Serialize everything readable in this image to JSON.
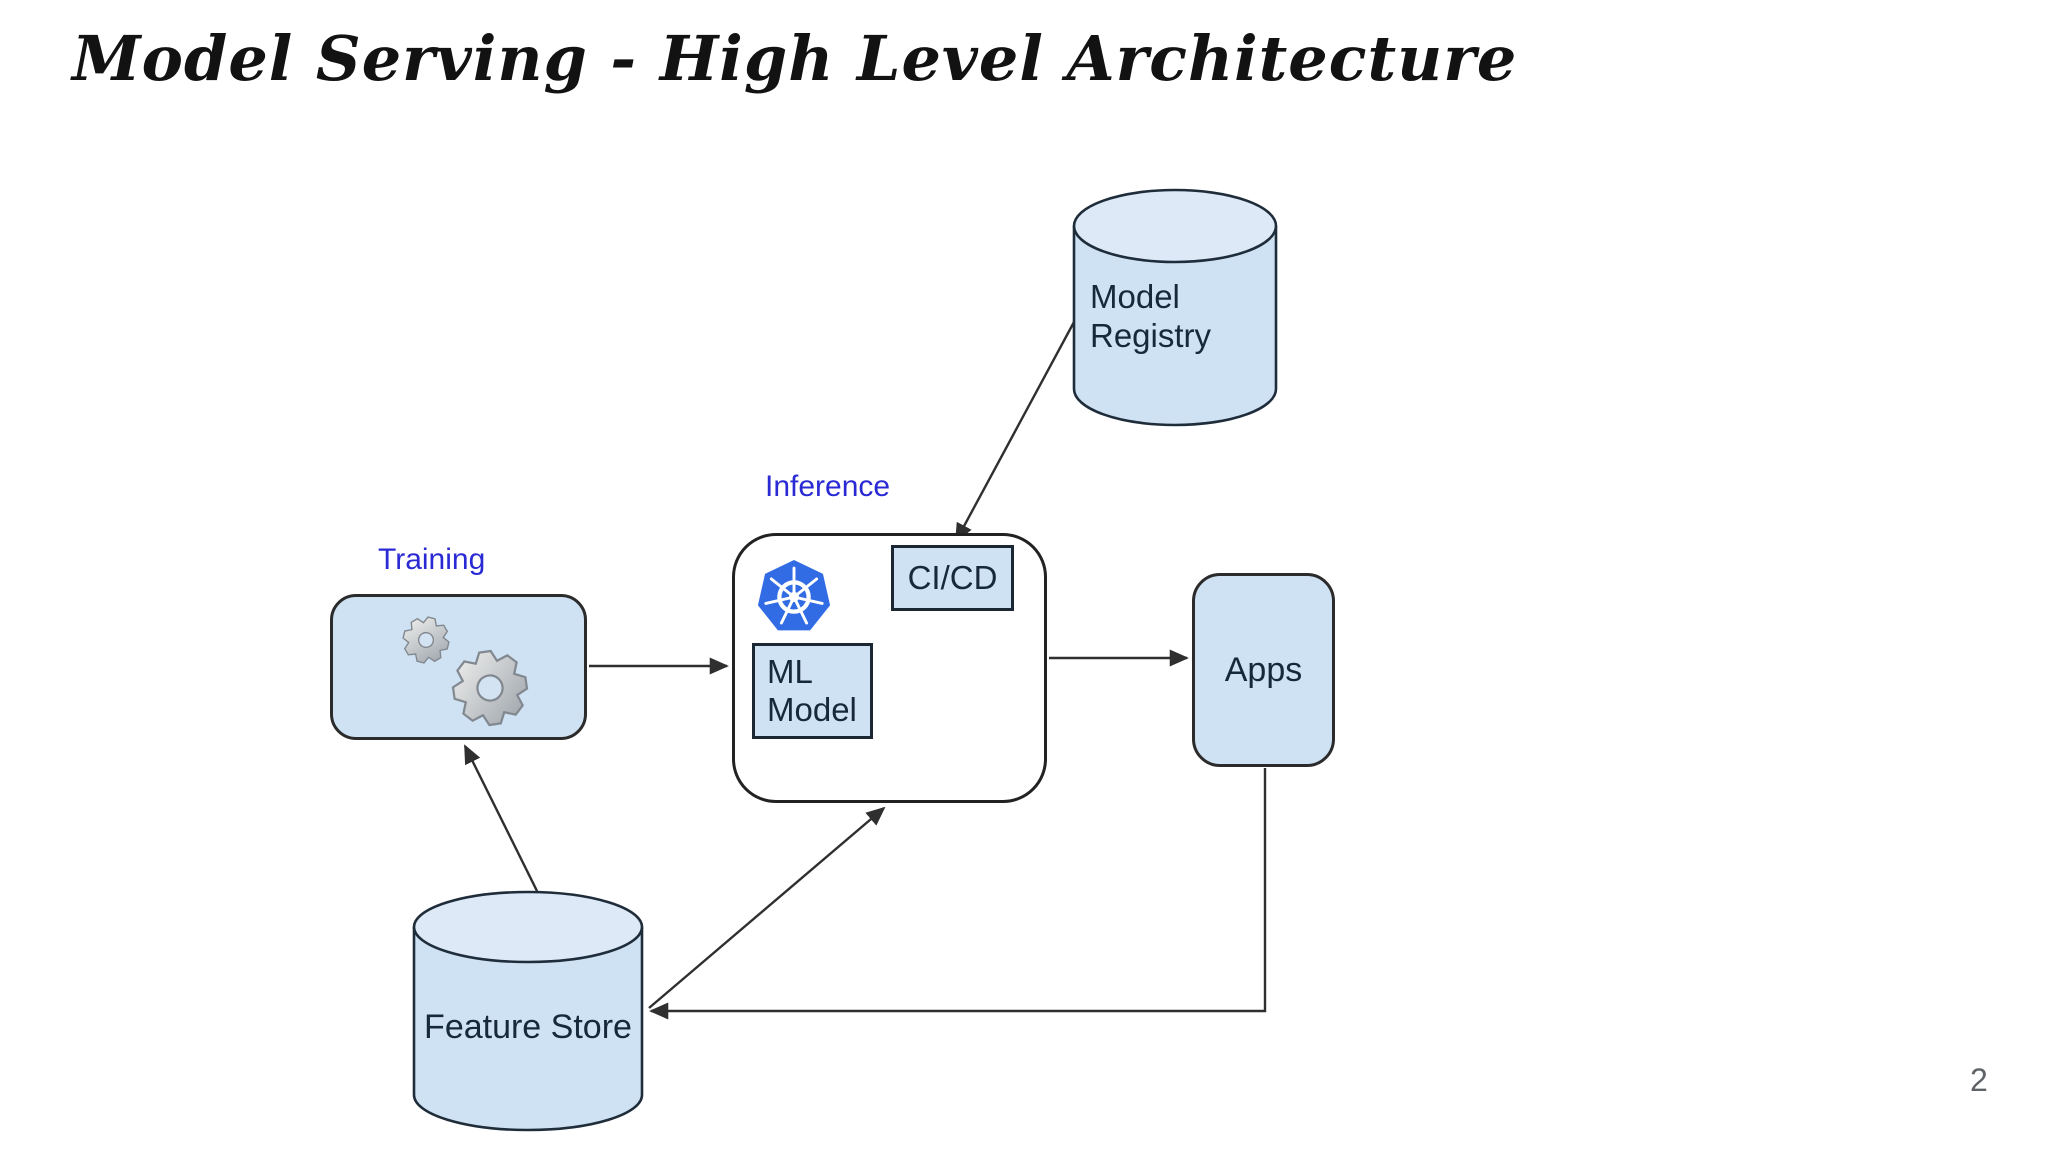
{
  "title": "Model Serving - High Level Architecture",
  "page_number": "2",
  "groups": {
    "training": {
      "label": "Training"
    },
    "inference": {
      "label": "Inference"
    }
  },
  "nodes": {
    "model_registry": {
      "label": "Model Registry",
      "shape": "cylinder"
    },
    "feature_store": {
      "label": "Feature Store",
      "shape": "cylinder"
    },
    "cicd": {
      "label": "CI/CD",
      "shape": "rect"
    },
    "ml_model": {
      "label": "ML Model",
      "shape": "rect"
    },
    "apps": {
      "label": "Apps",
      "shape": "rounded-rect"
    },
    "training_box": {
      "icon": "gears-icon",
      "shape": "rounded-rect"
    },
    "inference_box": {
      "icon": "kubernetes-icon",
      "shape": "rounded-rect"
    }
  },
  "edges": [
    {
      "from": "model_registry",
      "to": "cicd"
    },
    {
      "from": "cicd",
      "to": "ml_model"
    },
    {
      "from": "training_box",
      "to": "inference_box"
    },
    {
      "from": "inference_box",
      "to": "apps"
    },
    {
      "from": "feature_store",
      "to": "training_box"
    },
    {
      "from": "feature_store",
      "to": "inference_box"
    },
    {
      "from": "apps",
      "to": "feature_store"
    }
  ],
  "colors": {
    "node_fill": "#cfe2f3",
    "cylinder_top_fill": "#dde9f6",
    "node_border": "#1f2d3b",
    "group_label_blue": "#2a2ad4",
    "node_text": "#16293c",
    "arrow": "#2f2f2f",
    "page_number_gray": "#5f6368",
    "kubernetes_blue": "#326ce5",
    "gear_gray": "#aeb4ba"
  }
}
